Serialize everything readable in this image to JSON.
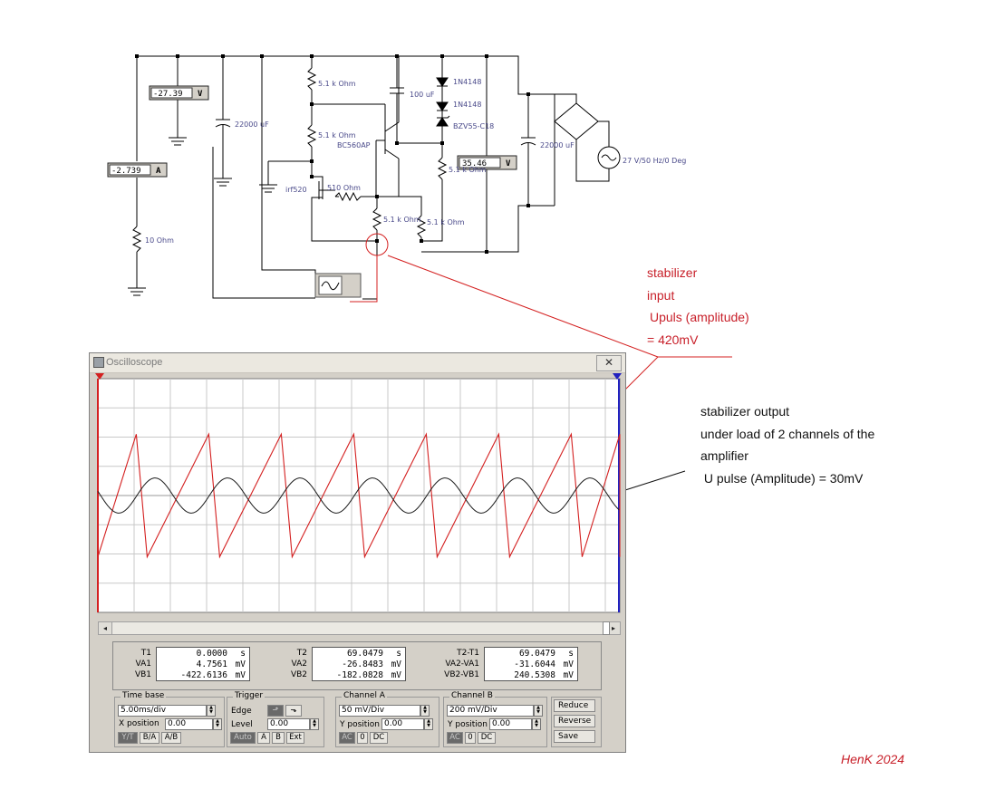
{
  "schematic": {
    "ammeter": {
      "value": "-2.739",
      "unit": "A"
    },
    "voltmeter_left": {
      "value": "-27.39",
      "unit": "V"
    },
    "voltmeter_right": {
      "value": "35.46",
      "unit": "V"
    },
    "components": {
      "cap_left": "22000 uF",
      "r1": "5.1 k Ohm",
      "r2": "5.1 k Ohm",
      "cap_mid": "100 uF",
      "d1": "1N4148",
      "d2": "1N4148",
      "zener": "BZV55-C18",
      "transistor": "BC560AP",
      "r_emit": "5.1 k Ohm",
      "mosfet": "irf520",
      "r_gate": "510  Ohm",
      "r3": "5.1 k Ohm",
      "r4": "5.1 k Ohm",
      "cap_right": "22000 uF",
      "source": "27 V/50 Hz/0 Deg",
      "load": "10  Ohm"
    }
  },
  "annotations": {
    "red_note": [
      "stabilizer",
      "input",
      "Upuls (amplitude)",
      "= 420mV"
    ],
    "black_note": [
      "stabilizer output",
      "under load of 2 channels of the",
      "amplifier",
      " U pulse (Amplitude) = 30mV"
    ],
    "credit": "HenK 2024"
  },
  "oscilloscope": {
    "title": "Oscilloscope",
    "close_glyph": "✕",
    "readouts": {
      "t1": {
        "labels": [
          "T1",
          "VA1",
          "VB1"
        ],
        "values": [
          "0.0000",
          "4.7561",
          "-422.6136"
        ],
        "units": [
          "s",
          "mV",
          "mV"
        ]
      },
      "t2": {
        "labels": [
          "T2",
          "VA2",
          "VB2"
        ],
        "values": [
          "69.0479",
          "-26.8483",
          "-182.0828"
        ],
        "units": [
          "s",
          "mV",
          "mV"
        ]
      },
      "diff": {
        "labels": [
          "T2-T1",
          "VA2-VA1",
          "VB2-VB1"
        ],
        "values": [
          "69.0479",
          "-31.6044",
          "240.5308"
        ],
        "units": [
          "s",
          "mV",
          "mV"
        ]
      }
    },
    "timebase": {
      "title": "Time base",
      "scale": "5.00ms/div",
      "xpos_label": "X position",
      "xpos": "0.00",
      "modes": [
        "Y/T",
        "B/A",
        "A/B"
      ]
    },
    "trigger": {
      "title": "Trigger",
      "edge_label": "Edge",
      "level_label": "Level",
      "level": "0.00",
      "sources": [
        "Auto",
        "A",
        "B",
        "Ext"
      ]
    },
    "channel_a": {
      "title": "Channel A",
      "scale": "50 mV/Div",
      "ypos_label": "Y position",
      "ypos": "0.00",
      "coupling": [
        "AC",
        "0",
        "DC"
      ]
    },
    "channel_b": {
      "title": "Channel B",
      "scale": "200 mV/Div",
      "ypos_label": "Y position",
      "ypos": "0.00",
      "coupling": [
        "AC",
        "0",
        "DC"
      ]
    },
    "side_buttons": [
      "Reduce",
      "Reverse",
      "Save"
    ],
    "traces": {
      "channel_a_color": "#1a1a1a",
      "channel_b_color": "#d42020",
      "channel_a": {
        "amplitude_mV": 30,
        "period_ms": 10,
        "waveform": "sine"
      },
      "channel_b": {
        "amplitude_mV": 420,
        "period_ms": 10,
        "waveform": "sawtooth"
      }
    }
  }
}
